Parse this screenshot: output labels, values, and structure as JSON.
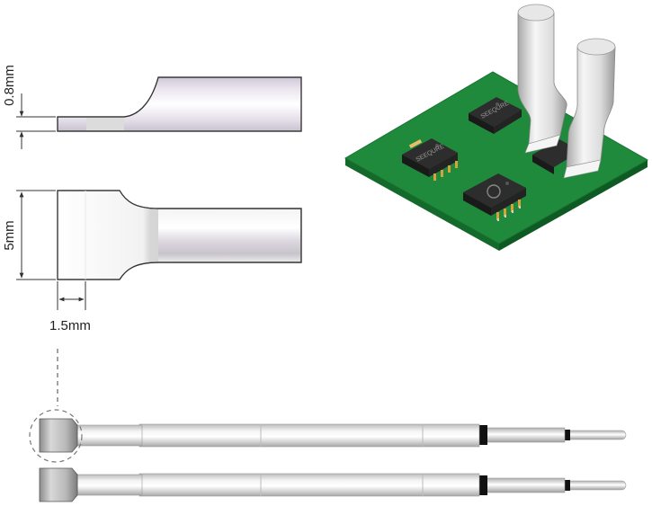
{
  "dimensions": {
    "thickness": "0.8mm",
    "width": "5mm",
    "tip_length": "1.5mm"
  },
  "chip_marking": "SEEQURE",
  "colors": {
    "pcb": "#1f8a3c",
    "pcb_edge": "#156a2c",
    "chip_body": "#2b2b2b",
    "pins": "#d8a23a",
    "metal": "#d4d4d4",
    "dimension_lines": "#333333"
  }
}
